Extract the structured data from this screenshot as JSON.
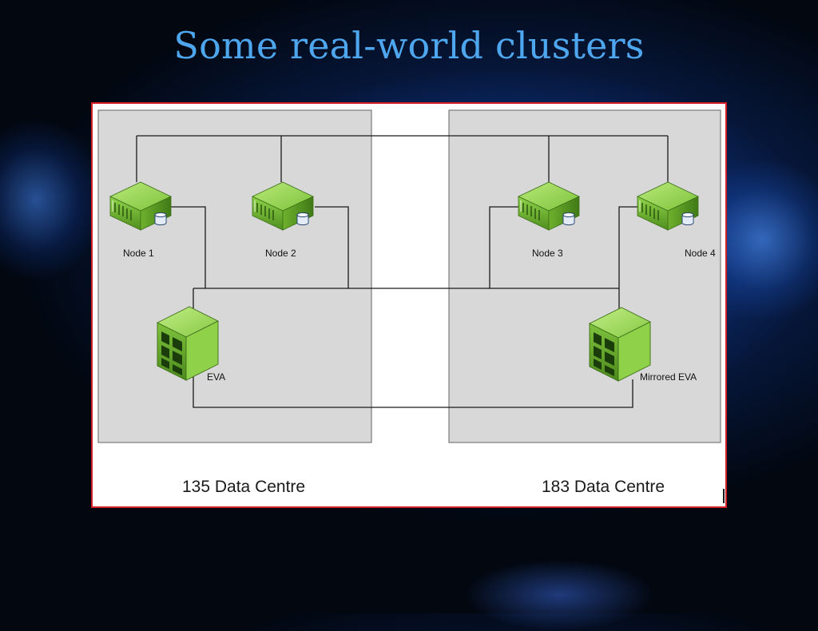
{
  "slide": {
    "title": "Some real-world clusters"
  },
  "diagram": {
    "datacentres": [
      {
        "label": "135 Data Centre"
      },
      {
        "label": "183 Data Centre"
      }
    ],
    "nodes": [
      {
        "label": "Node 1"
      },
      {
        "label": "Node 2"
      },
      {
        "label": "Node 3"
      },
      {
        "label": "Node 4"
      }
    ],
    "storage": [
      {
        "label": "EVA"
      },
      {
        "label": "Mirrored EVA"
      }
    ],
    "colors": {
      "server_green": "#7cc23a",
      "zone_gray": "#d8d8d8",
      "frame_border": "#d21f25",
      "title_blue": "#4ea7ee"
    },
    "icons": [
      "server-icon",
      "database-icon",
      "storage-array-icon"
    ]
  }
}
